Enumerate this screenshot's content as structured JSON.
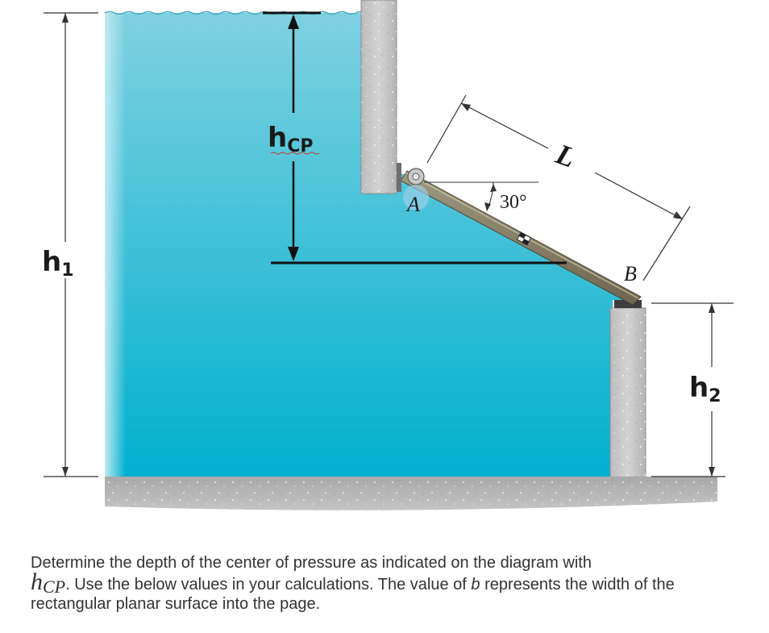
{
  "diagram": {
    "labels": {
      "h1": "h",
      "h1_sub": "1",
      "h2": "h",
      "h2_sub": "2",
      "hcp": "h",
      "hcp_sub": "CP",
      "point_a": "A",
      "point_b": "B",
      "length": "L",
      "angle": "30°"
    },
    "colors": {
      "water_top": "#7fd1e0",
      "water_bottom": "#00b0cf",
      "concrete": "#c9c9c9",
      "gate": "#8a8068"
    }
  },
  "problem": {
    "text_part1": "Determine the depth of the center of pressure as indicated on the diagram with",
    "math_var": "h",
    "math_sub": "CP",
    "text_part2": ". Use the below values in your calculations. The value of",
    "var_b": "b",
    "text_part3": "represents the width of the rectangular planar surface into the page."
  }
}
